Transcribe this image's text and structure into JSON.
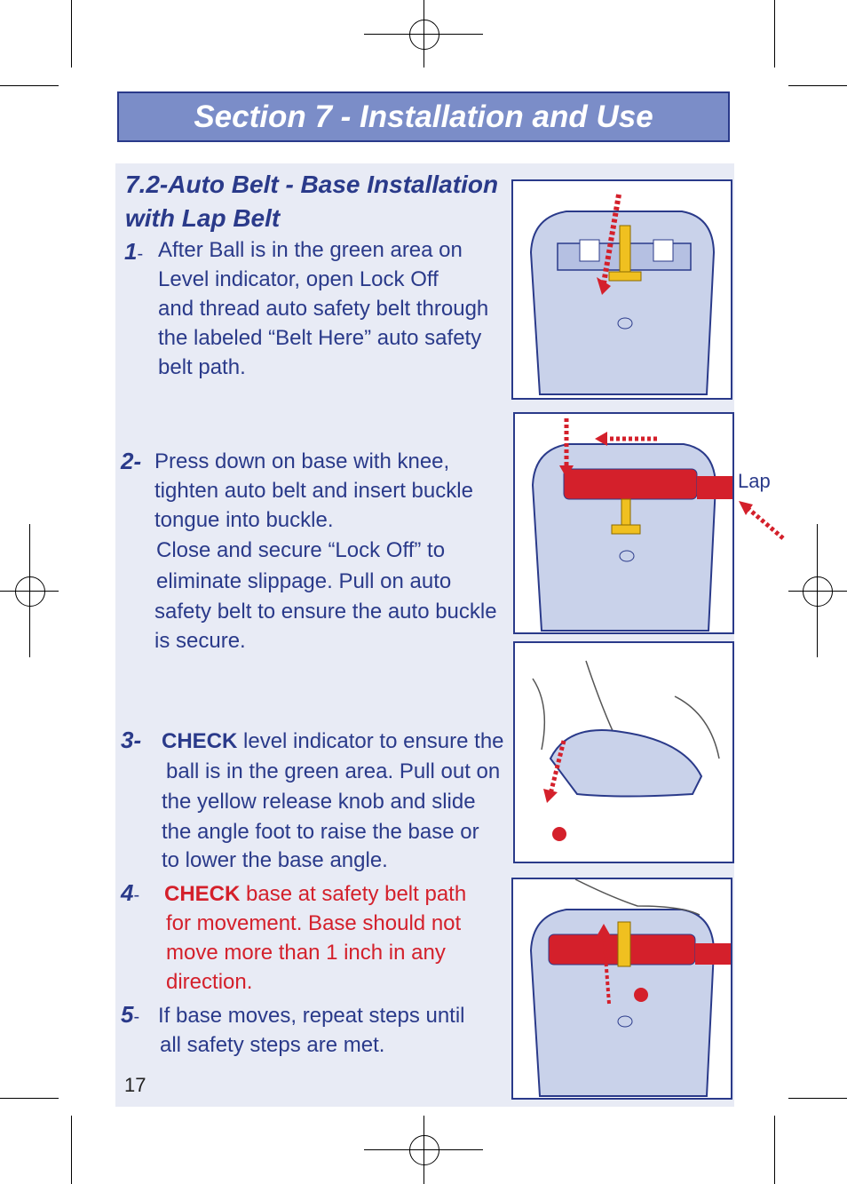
{
  "header": {
    "title": "Section 7 - Installation and Use"
  },
  "subtitle": {
    "line1": "7.2-Auto Belt - Base Installation",
    "line2": "with Lap Belt"
  },
  "steps": [
    {
      "number": "1",
      "lines": [
        "After Ball is in the green area on",
        "Level indicator, open Lock Off",
        "and thread auto safety belt through",
        "the labeled “Belt Here” auto safety",
        "belt path."
      ]
    },
    {
      "number": "2-",
      "lines": [
        "Press down on base with knee,",
        "tighten auto belt and insert buckle",
        "tongue into buckle.",
        "Close and secure “Lock Off” to",
        "eliminate slippage. Pull on auto",
        "safety belt  to ensure the auto buckle",
        "is secure."
      ]
    },
    {
      "number": "3-",
      "keyword": "CHECK",
      "first_line_rest": " level indicator to ensure the",
      "lines": [
        "ball is in the green area. Pull out on",
        "the yellow release knob and slide",
        "the angle foot to raise the base or",
        "to lower the base angle."
      ]
    },
    {
      "number": "4",
      "keyword": "CHECK",
      "first_line_rest": " base at safety belt path",
      "lines": [
        "for movement. Base should not",
        "move more than 1 inch in any",
        "direction."
      ]
    },
    {
      "number": "5",
      "lines": [
        "If base moves, repeat steps until",
        "all safety steps are met."
      ]
    }
  ],
  "illustrations": {
    "lap_label": "Lap"
  },
  "page_number": "17",
  "colors": {
    "header_bg": "#7b8dc8",
    "navy": "#2a3a8a",
    "panel_bg": "#e8ebf5",
    "belt_red": "#d4202b",
    "knob_yellow": "#f0c020"
  }
}
